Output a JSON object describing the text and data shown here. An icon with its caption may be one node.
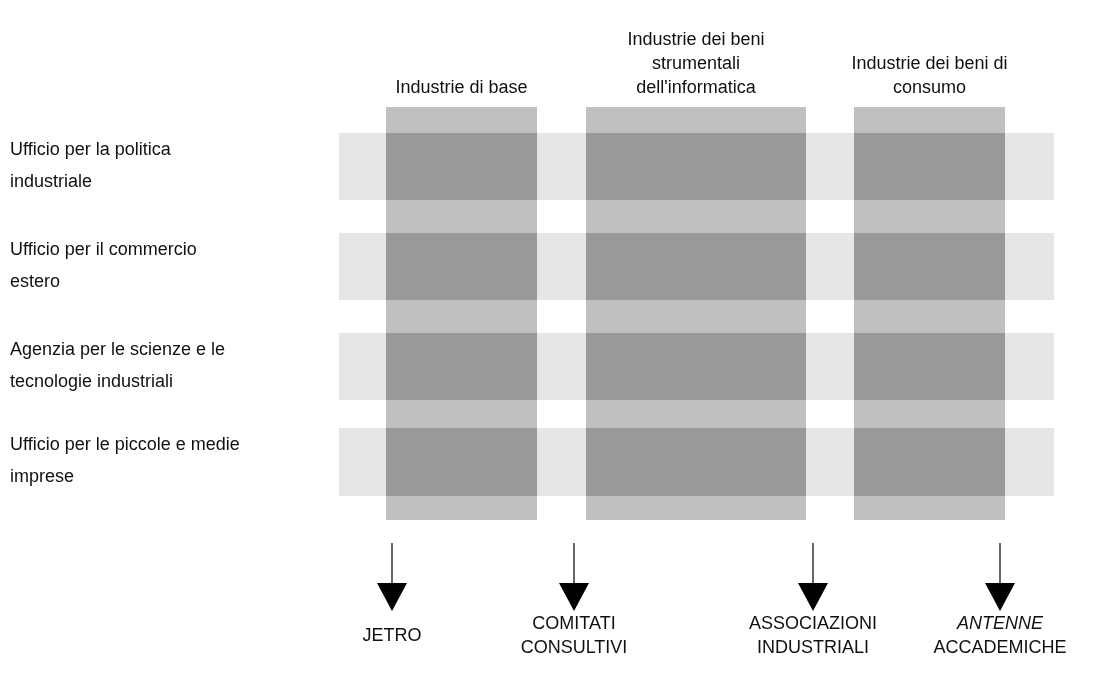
{
  "diagram": {
    "nodes": [
      {
        "text": [
          "JETRO"
        ]
      },
      {
        "text": [
          "COMITATI CONSULTIVI"
        ]
      },
      {
        "text": [
          "ASSOCIAZIONI INDUSTRIALI"
        ]
      },
      {
        "text": [
          "*ANTENNE* ACCADEMICHE"
        ]
      }
    ],
    "edges": [
      {
        "from": null,
        "to": 0,
        "arrow": "to"
      },
      {
        "from": null,
        "to": 1,
        "arrow": "to"
      },
      {
        "from": null,
        "to": 2,
        "arrow": "to"
      },
      {
        "from": null,
        "to": 3,
        "arrow": "to"
      }
    ],
    "labels": [
      "Industrie di base",
      "Industrie dei beni strumentali dell'informatica",
      "Industrie dei beni di consumo",
      "Ufficio per la politica industriale",
      "Ufficio per il commercio estero",
      "Agenzia per le scienze e le tecnologie industriali",
      "Ufficio per le piccole e medie imprese"
    ]
  }
}
